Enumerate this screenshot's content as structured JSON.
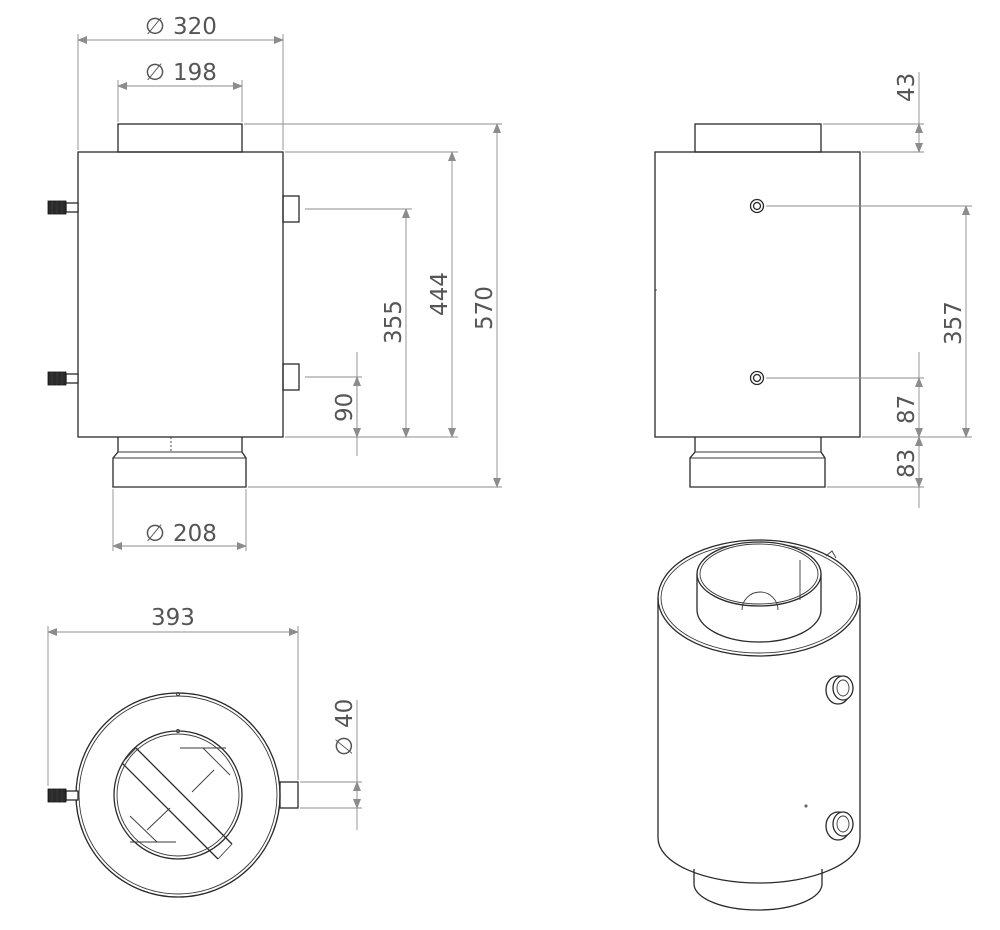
{
  "dimensions": {
    "d_320": "320",
    "d_198": "198",
    "d_208": "208",
    "d_40": "40",
    "l_444": "444",
    "l_355": "355",
    "l_570": "570",
    "l_90": "90",
    "l_43": "43",
    "l_357": "357",
    "l_87": "87",
    "l_83": "83",
    "l_393": "393"
  },
  "symbols": {
    "diameter": "∅"
  },
  "colors": {
    "outline": "#2a2a2a",
    "dimension": "#8c8c8c",
    "text": "#555555"
  }
}
